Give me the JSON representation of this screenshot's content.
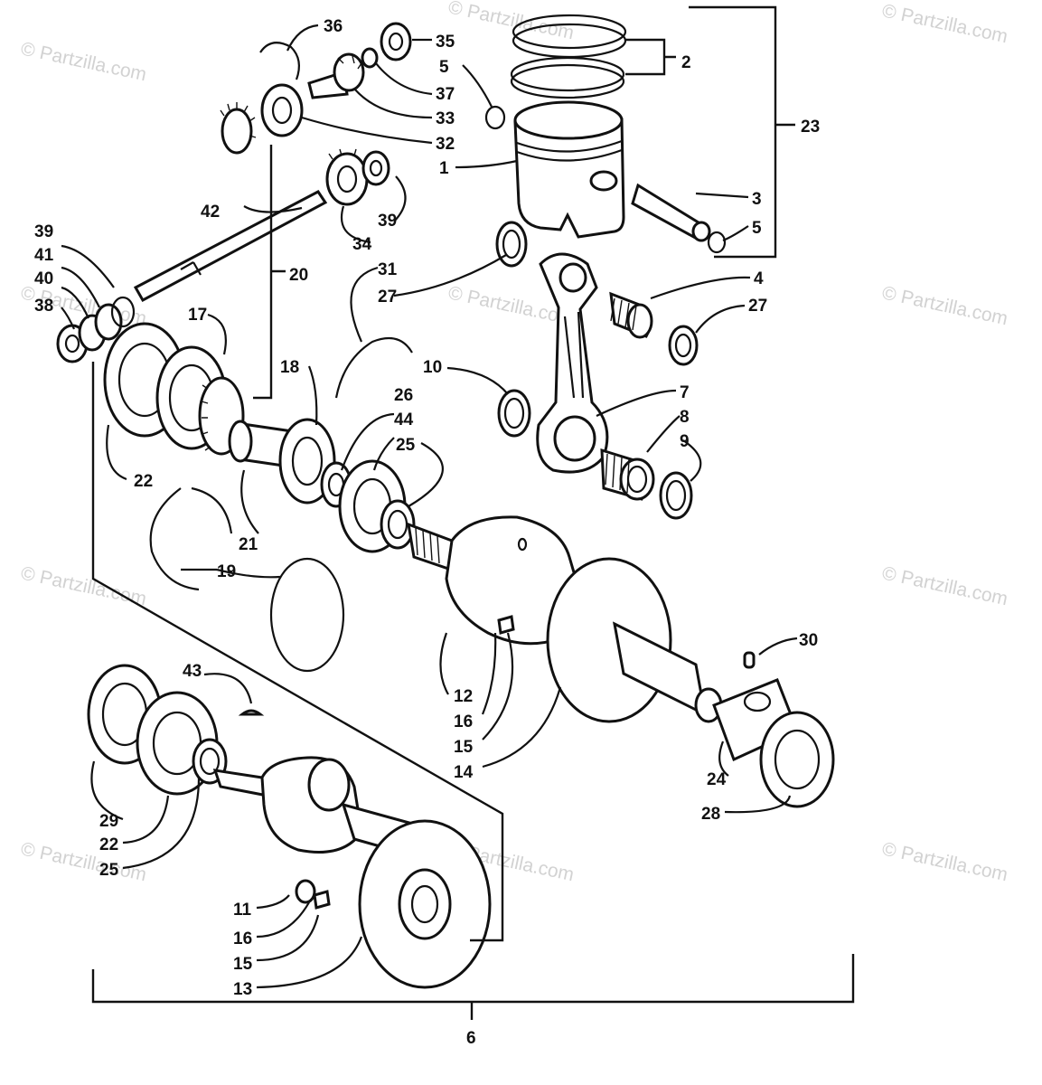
{
  "watermark": "© Partzilla.com",
  "callouts": {
    "c1": "1",
    "c2": "2",
    "c3": "3",
    "c4": "4",
    "c5a": "5",
    "c5b": "5",
    "c6": "6",
    "c7": "7",
    "c8": "8",
    "c9": "9",
    "c10": "10",
    "c11": "11",
    "c12": "12",
    "c13": "13",
    "c14": "14",
    "c15a": "15",
    "c15b": "15",
    "c16a": "16",
    "c16b": "16",
    "c17": "17",
    "c18": "18",
    "c19": "19",
    "c20": "20",
    "c21": "21",
    "c22a": "22",
    "c22b": "22",
    "c23": "23",
    "c24": "24",
    "c25a": "25",
    "c25b": "25",
    "c26": "26",
    "c27a": "27",
    "c27b": "27",
    "c28": "28",
    "c29": "29",
    "c30": "30",
    "c31": "31",
    "c32": "32",
    "c33": "33",
    "c34": "34",
    "c35": "35",
    "c36": "36",
    "c37": "37",
    "c38": "38",
    "c39a": "39",
    "c39b": "39",
    "c40": "40",
    "c41": "41",
    "c42": "42",
    "c43": "43",
    "c44": "44"
  }
}
